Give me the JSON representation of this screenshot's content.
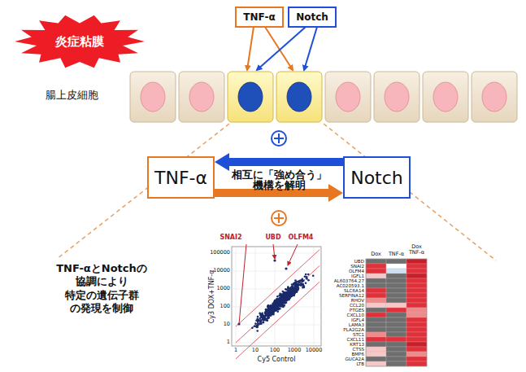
{
  "diagram": {
    "nodes": [
      {
        "text": [
          "TNF-α"
        ]
      },
      {
        "text": [
          "Notch"
        ]
      },
      {
        "text": [
          "炎症粘膜"
        ]
      },
      {
        "text": [
          "TNF-α"
        ]
      },
      {
        "text": [
          "Notch"
        ]
      }
    ],
    "edges": [
      {
        "from": 4,
        "to": 3,
        "arrow": "to"
      },
      {
        "from": 3,
        "to": 4,
        "arrow": "to"
      }
    ],
    "labels": [
      "腸上皮細胞",
      "相互に「強め合う」 機構を解明",
      "TNF-αとNotchの 協調により 特定の遺伝子群 の発現を制御",
      "SNAI2",
      "UBD",
      "OLFM4",
      "100000",
      "10000",
      "1000",
      "100",
      "10",
      "1",
      "1",
      "10",
      "100",
      "1000",
      "10000",
      "Cy3 DOX+TNF-α",
      "Cy5 Control",
      "Dox",
      "TNF-α",
      "Dox TNF-α",
      "UBD",
      "SNAI2",
      "OLFM4",
      "IGFL1",
      "AL603764.27",
      "AC020593.1",
      "SLC6A14",
      "SERPINA12",
      "RHOV",
      "CCL20",
      "PTGES",
      "CXCL10",
      "IGFL4",
      "LAMA3",
      "PLA2G2A",
      "STC1",
      "CXCL11",
      "KRT13",
      "CTSS",
      "BMP6",
      "GUCA2A",
      "LTB"
    ]
  }
}
